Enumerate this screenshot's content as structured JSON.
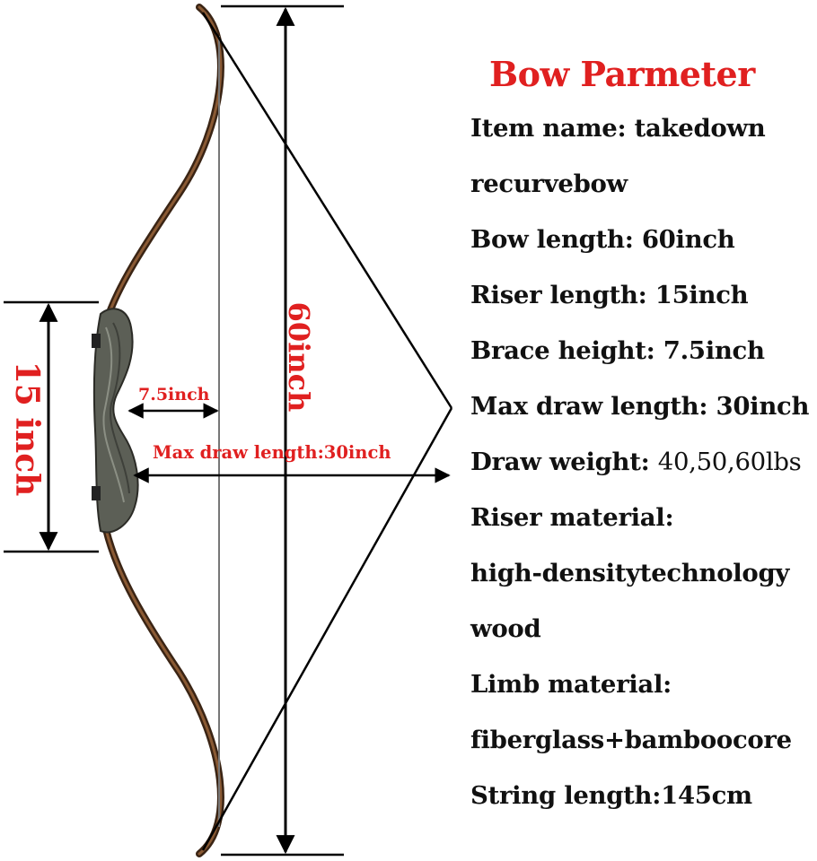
{
  "colors": {
    "accent_red": "#e02020",
    "text_dark": "#111111",
    "line": "#000000",
    "limb_wood": "#5a3a22",
    "riser_wood": "#5c5f56"
  },
  "dimensions": {
    "riser_length_label": "15 inch",
    "brace_height_label": "7.5inch",
    "bow_length_label": "60inch",
    "max_draw_label": "Max draw length:30inch"
  },
  "spec_panel": {
    "title": "Bow Parmeter",
    "lines": [
      "Item name: takedown",
      "recurvebow",
      "Bow length: 60inch",
      "Riser length: 15inch",
      "Brace height: 7.5inch",
      "Max draw length: 30inch",
      "Draw weight:",
      "high-densitytechnology",
      "wood",
      "Limb material:",
      "fiberglass+bamboocore",
      "String length:145cm"
    ],
    "draw_weight_value": "40,50,60lbs",
    "riser_material_label": "Riser material:"
  }
}
